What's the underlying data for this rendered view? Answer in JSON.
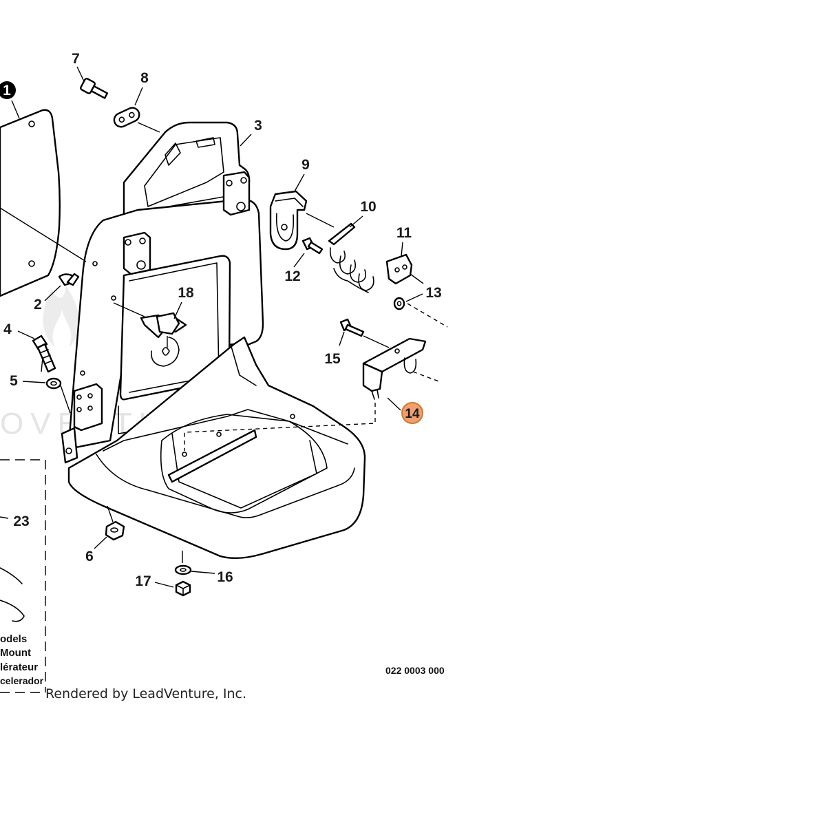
{
  "callouts": {
    "c1": "1",
    "c2": "2",
    "c3": "3",
    "c4": "4",
    "c5": "5",
    "c6": "6",
    "c7": "7",
    "c8": "8",
    "c9": "9",
    "c10": "10",
    "c11": "11",
    "c12": "12",
    "c13": "13",
    "c14": "14",
    "c15": "15",
    "c16": "16",
    "c17": "17",
    "c18": "18",
    "c23": "23"
  },
  "highlight_color": "#f0a070",
  "highlight_border": "#d07830",
  "legend": {
    "line1": "odels",
    "line2": "Mount",
    "line3": "lérateur",
    "line4": "celerador"
  },
  "diagram_code": "022 0003 000",
  "credit": "Rendered by LeadVenture, Inc.",
  "watermark": "OVENTURE"
}
